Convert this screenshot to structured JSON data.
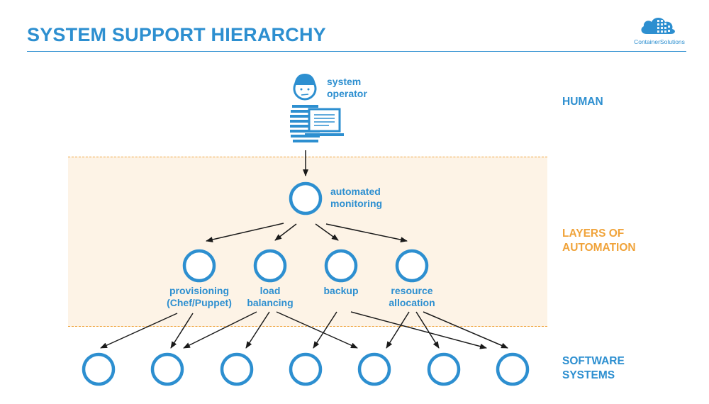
{
  "title": "SYSTEM SUPPORT HIERARCHY",
  "logo_text": "ContainerSolutions",
  "operator_label": "system operator",
  "monitor_label": "automated monitoring",
  "services": [
    {
      "line1": "provisioning",
      "line2": "(Chef/Puppet)"
    },
    {
      "line1": "load",
      "line2": "balancing"
    },
    {
      "line1": "backup",
      "line2": ""
    },
    {
      "line1": "resource",
      "line2": "allocation"
    }
  ],
  "layers": {
    "human": "HUMAN",
    "automation_1": "LAYERS OF",
    "automation_2": "AUTOMATION",
    "software_1": "SOFTWARE",
    "software_2": "SYSTEMS"
  },
  "colors": {
    "primary": "#2d8fd0",
    "accent": "#f0a33a",
    "band": "#fdf3e6"
  },
  "icons": [
    "person-at-laptop-icon",
    "cloud-logo-icon"
  ]
}
